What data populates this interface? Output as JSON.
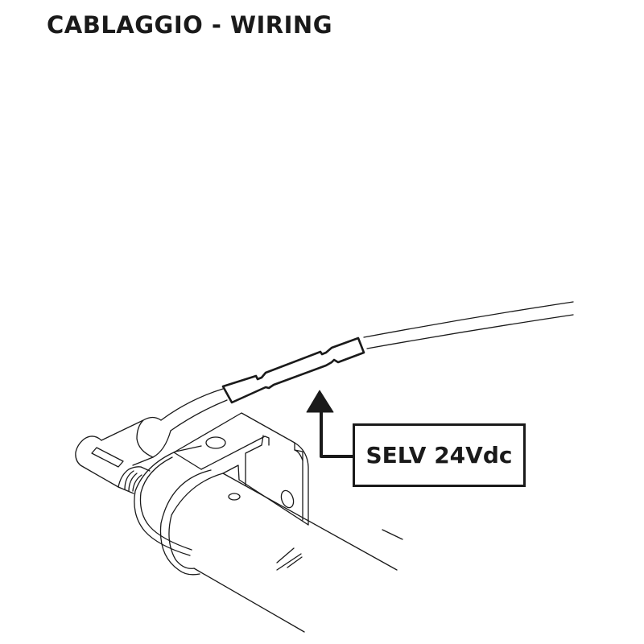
{
  "header": {
    "title": "CABLAGGIO - WIRING"
  },
  "diagram": {
    "subject": "tubular motor with bracket, angled connector and cable with inline splice",
    "callout": {
      "label": "SELV 24Vdc",
      "arrow_direction": "up",
      "points_to": "cable-splice-connector"
    },
    "colors": {
      "line": "#1a1a1a",
      "background": "#ffffff"
    }
  }
}
